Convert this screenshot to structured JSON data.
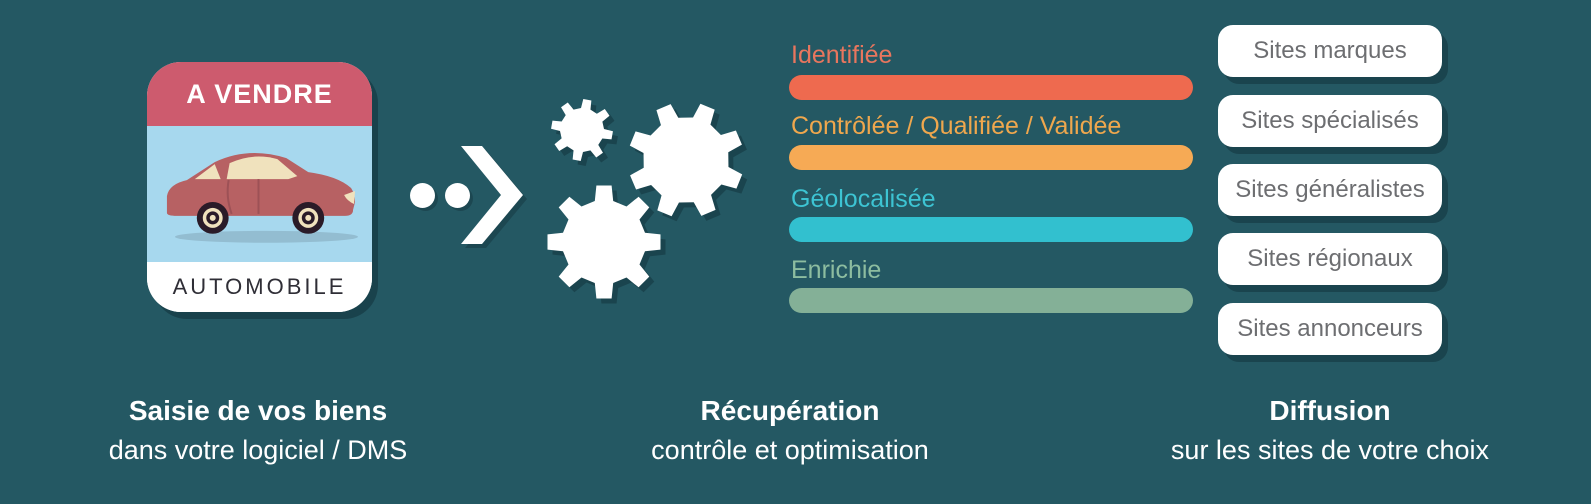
{
  "colors": {
    "background": "#245863",
    "shadow": "rgba(13,39,48,0.45)",
    "card_header_bg": "#cd5b6e",
    "card_body_bg": "#a7d8ee",
    "card_footer_bg": "#ffffff",
    "card_footer_text": "#2f2e36",
    "white": "#ffffff",
    "site_text": "#6d6e71"
  },
  "card": {
    "header_label": "A VENDRE",
    "footer_label": "AUTOMOBILE",
    "car_icon": "car-side-icon"
  },
  "attributes": [
    {
      "label": "Identifiée",
      "label_color": "#e8765e",
      "bar_color": "#ee6a4f"
    },
    {
      "label": "Contrôlée / Qualifiée / Validée",
      "label_color": "#efa74d",
      "bar_color": "#f6aa55"
    },
    {
      "label": "Géolocalisée",
      "label_color": "#3dc4d3",
      "bar_color": "#32c0cf"
    },
    {
      "label": "Enrichie",
      "label_color": "#8dbda0",
      "bar_color": "#84b097"
    }
  ],
  "sites": {
    "items": [
      "Sites marques",
      "Sites spécialisés",
      "Sites généralistes",
      "Sites régionaux",
      "Sites annonceurs"
    ]
  },
  "captions": {
    "left": {
      "title": "Saisie de vos biens",
      "subtitle": "dans votre logiciel / DMS"
    },
    "middle": {
      "title": "Récupération",
      "subtitle": "contrôle et optimisation"
    },
    "right": {
      "title": "Diffusion",
      "subtitle": "sur les sites de votre choix"
    }
  }
}
